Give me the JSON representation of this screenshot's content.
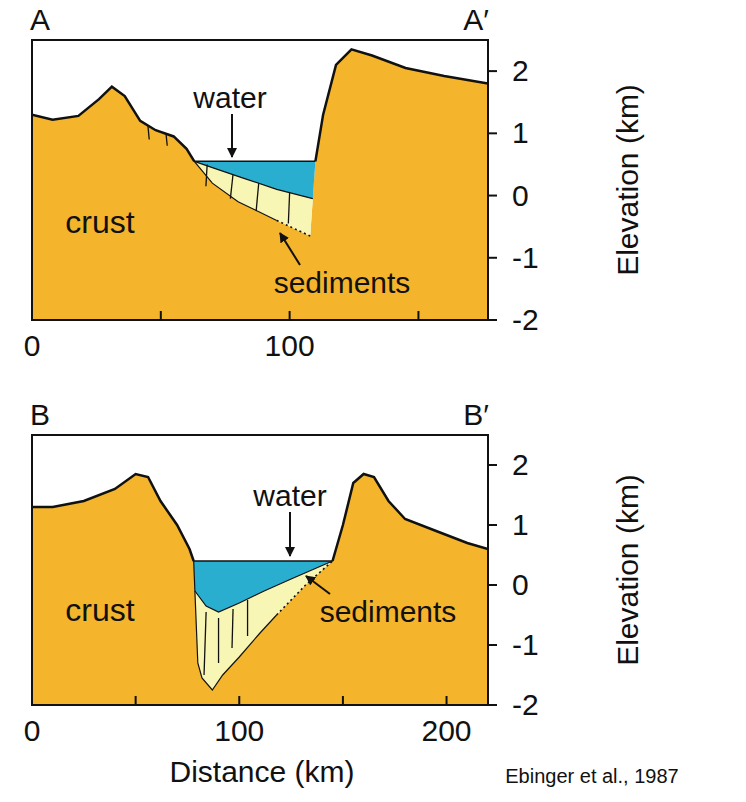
{
  "diagram": {
    "labels": [
      "A",
      "A′",
      "water",
      "crust",
      "sediments",
      "2",
      "1",
      "0",
      "-1",
      "-2",
      "Elevation (km)",
      "0",
      "100",
      "B",
      "B′",
      "water",
      "crust",
      "sediments",
      "2",
      "1",
      "0",
      "-1",
      "-2",
      "Elevation (km)",
      "0",
      "100",
      "200",
      "Distance (km)",
      "Ebinger et al., 1987"
    ]
  }
}
